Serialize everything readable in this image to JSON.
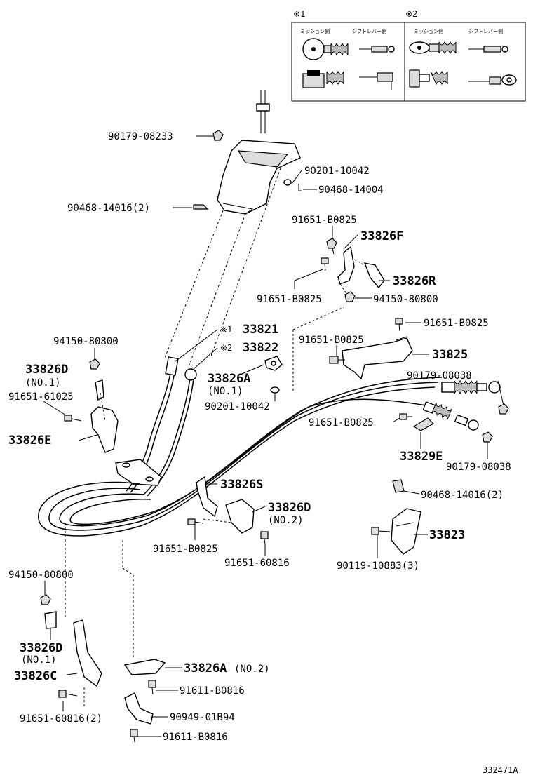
{
  "inset": {
    "box1_mark": "※1",
    "box2_mark": "※2",
    "box1_left_header": "ミッション側",
    "box1_right_header": "シフトレバー側",
    "box2_left_header": "ミッション側",
    "box2_right_header": "シフトレバー側"
  },
  "labels": {
    "p90179_08233": "90179-08233",
    "p90201_10042_top": "90201-10042",
    "p90468_14004": "90468-14004",
    "p90468_14016_2_top": "90468-14016(2)",
    "p91651_B0825_a": "91651-B0825",
    "p33826F": "33826F",
    "p33826R": "33826R",
    "p91651_B0825_b": "91651-B0825",
    "p94150_80800_a": "94150-80800",
    "p91651_B0825_c": "91651-B0825",
    "p33821_mark": "※1",
    "p33821": "33821",
    "p33822_mark": "※2",
    "p33822": "33822",
    "p94150_80800_b": "94150-80800",
    "p91651_B0825_d": "91651-B0825",
    "p33825": "33825",
    "p33826D_no1_a": "33826D",
    "p33826D_no1_a_sub": "(NO.1)",
    "p91651_61025": "91651-61025",
    "p33826A_no1": "33826A",
    "p33826A_no1_sub": "(NO.1)",
    "p90201_10042_mid": "90201-10042",
    "p90179_08038_a": "90179-08038",
    "p91651_B0825_e": "91651-B0825",
    "p33826E": "33826E",
    "p33829E": "33829E",
    "p90179_08038_b": "90179-08038",
    "p33826S": "33826S",
    "p90468_14016_2_mid": "90468-14016(2)",
    "p33826D_no2": "33826D",
    "p33826D_no2_sub": "(NO.2)",
    "p33823": "33823",
    "p91651_B0825_f": "91651-B0825",
    "p91651_60816": "91651-60816",
    "p90119_10883_3": "90119-10883(3)",
    "p94150_80800_c": "94150-80800",
    "p33826D_no1_b": "33826D",
    "p33826D_no1_b_sub": "(NO.1)",
    "p33826C": "33826C",
    "p33826A_no2": "33826A",
    "p33826A_no2_sub": "(NO.2)",
    "p91611_B0816_a": "91611-B0816",
    "p91651_60816_2": "91651-60816(2)",
    "p90949_01B94": "90949-01B94",
    "p91611_B0816_b": "91611-B0816"
  },
  "footer": {
    "diagram_code": "332471A"
  }
}
